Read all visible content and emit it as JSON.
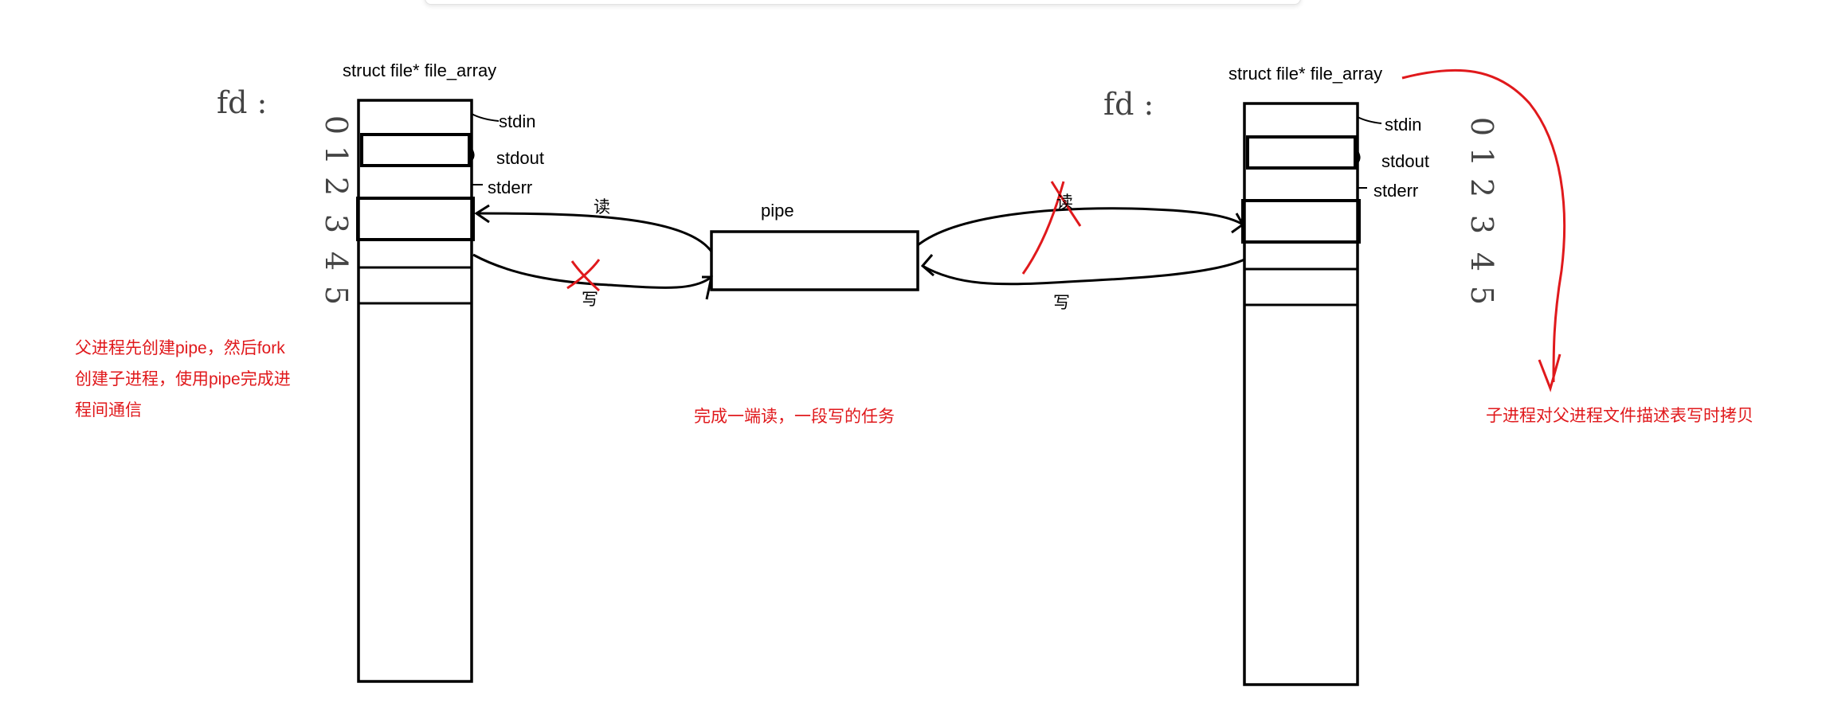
{
  "left": {
    "array_title": "struct file* file_array",
    "fd_label": "fd :",
    "fd_digits": [
      "0",
      "1",
      "2",
      "3",
      "4",
      "5"
    ],
    "stream_labels": [
      "stdin",
      "stdout",
      "stderr"
    ]
  },
  "right": {
    "array_title": "struct file* file_array",
    "fd_label": "fd :",
    "fd_digits": [
      "0",
      "1",
      "2",
      "3",
      "4",
      "5"
    ],
    "stream_labels": [
      "stdin",
      "stdout",
      "stderr"
    ]
  },
  "pipe": {
    "label": "pipe",
    "left_read_label": "读",
    "left_write_label": "写",
    "right_read_label": "读",
    "right_write_label": "写"
  },
  "notes": {
    "parent_note": [
      "父进程先创建pipe，然后fork",
      "创建子进程，使用pipe完成进",
      "程间通信"
    ],
    "pipe_note": "完成一端读，一段写的任务",
    "child_note": "子进程对父进程文件描述表写时拷贝"
  },
  "colors": {
    "ink": "#000000",
    "pencil": "#444444",
    "annotation": "#e0191c"
  }
}
